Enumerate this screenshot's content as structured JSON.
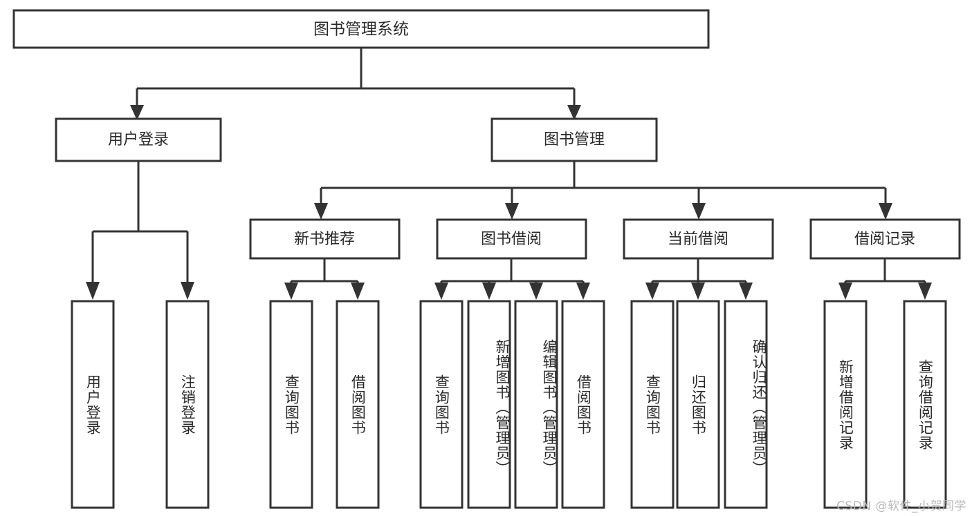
{
  "diagram": {
    "type": "tree",
    "title": "图书管理系统",
    "root": {
      "id": "root",
      "label": "图书管理系统"
    },
    "level1": [
      {
        "id": "user-login",
        "label": "用户登录"
      },
      {
        "id": "book-management",
        "label": "图书管理"
      }
    ],
    "level2": [
      {
        "id": "new-book-recommend",
        "label": "新书推荐",
        "parent": "book-management"
      },
      {
        "id": "book-borrow",
        "label": "图书借阅",
        "parent": "book-management"
      },
      {
        "id": "current-borrow",
        "label": "当前借阅",
        "parent": "book-management"
      },
      {
        "id": "borrow-record",
        "label": "借阅记录",
        "parent": "book-management"
      }
    ],
    "leaves": [
      {
        "id": "leaf-user-login",
        "label": "用户登录",
        "parent": "user-login"
      },
      {
        "id": "leaf-user-logout",
        "label": "注销登录",
        "parent": "user-login"
      },
      {
        "id": "leaf-query-book-1",
        "label": "查询图书",
        "parent": "new-book-recommend"
      },
      {
        "id": "leaf-borrow-book-1",
        "label": "借阅图书",
        "parent": "new-book-recommend"
      },
      {
        "id": "leaf-query-book-2",
        "label": "查询图书",
        "parent": "book-borrow"
      },
      {
        "id": "leaf-add-book",
        "label": "新增图书（管理员）",
        "parent": "book-borrow"
      },
      {
        "id": "leaf-edit-book",
        "label": "编辑图书（管理员）",
        "parent": "book-borrow"
      },
      {
        "id": "leaf-borrow-book-2",
        "label": "借阅图书",
        "parent": "book-borrow"
      },
      {
        "id": "leaf-query-book-3",
        "label": "查询图书",
        "parent": "current-borrow"
      },
      {
        "id": "leaf-return-book",
        "label": "归还图书",
        "parent": "current-borrow"
      },
      {
        "id": "leaf-confirm-return",
        "label": "确认归还（管理员）",
        "parent": "current-borrow"
      },
      {
        "id": "leaf-add-record",
        "label": "新增借阅记录",
        "parent": "borrow-record"
      },
      {
        "id": "leaf-query-record",
        "label": "查询借阅记录",
        "parent": "borrow-record"
      }
    ],
    "colors": {
      "stroke": "#333333",
      "fill": "#ffffff",
      "text": "#2b2b2b",
      "watermark": "#b9b9b9"
    }
  },
  "watermark": {
    "text": "CSDN @软件_小贺同学"
  }
}
